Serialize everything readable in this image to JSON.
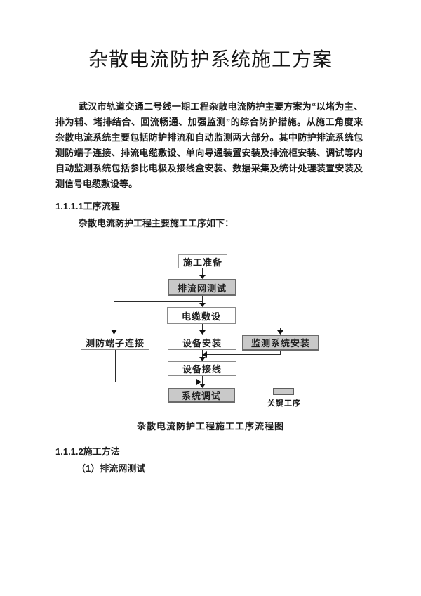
{
  "title": "杂散电流防护系统施工方案",
  "paragraph": {
    "lines": [
      "武汉市轨道交通二号线一期工程杂散电流防护主要方案为“以堵为主、以",
      "排为辅、堵排结合、回流畅通、加强监测”的综合防护措施。从施工角度来看，",
      "杂散电流系统主要包括防护排流和自动监测两大部分。其中防护排流系统包括",
      "测防端子连接、排流电缆敷设、单向导通装置安装及排流柜安装、调试等内容；",
      "自动监测系统包括参比电极及接线盒安装、数据采集及统计处理装置安装及监",
      "测信号电缆敷设等。"
    ]
  },
  "section1": {
    "heading": "1.1.1.1工序流程",
    "intro": "杂散电流防护工程主要施工工序如下："
  },
  "flowchart": {
    "nodes": [
      {
        "id": "construction-prep",
        "label": "施工准备",
        "key": false
      },
      {
        "id": "drainage-net-test",
        "label": "排流网测试",
        "key": true
      },
      {
        "id": "cable-laying",
        "label": "电缆敷设",
        "key": false
      },
      {
        "id": "terminal-connection",
        "label": "测防端子连接",
        "key": false
      },
      {
        "id": "equipment-install",
        "label": "设备安装",
        "key": false
      },
      {
        "id": "monitoring-install",
        "label": "监测系统安装",
        "key": true
      },
      {
        "id": "equipment-wiring",
        "label": "设备接线",
        "key": false
      },
      {
        "id": "system-debug",
        "label": "系统调试",
        "key": true
      }
    ],
    "legend_label": "关键工序",
    "caption": "杂散电流防护工程施工工序流程图"
  },
  "section2": {
    "heading": "1.1.1.2施工方法",
    "item": "（1）排流网测试"
  },
  "colors": {
    "key_process_fill": "#c9c9c9",
    "box_border": "#8a8a8a",
    "key_box_border": "#6b6b6b",
    "connector_line": "#2b2b2b",
    "text": "#1c1c1c"
  }
}
